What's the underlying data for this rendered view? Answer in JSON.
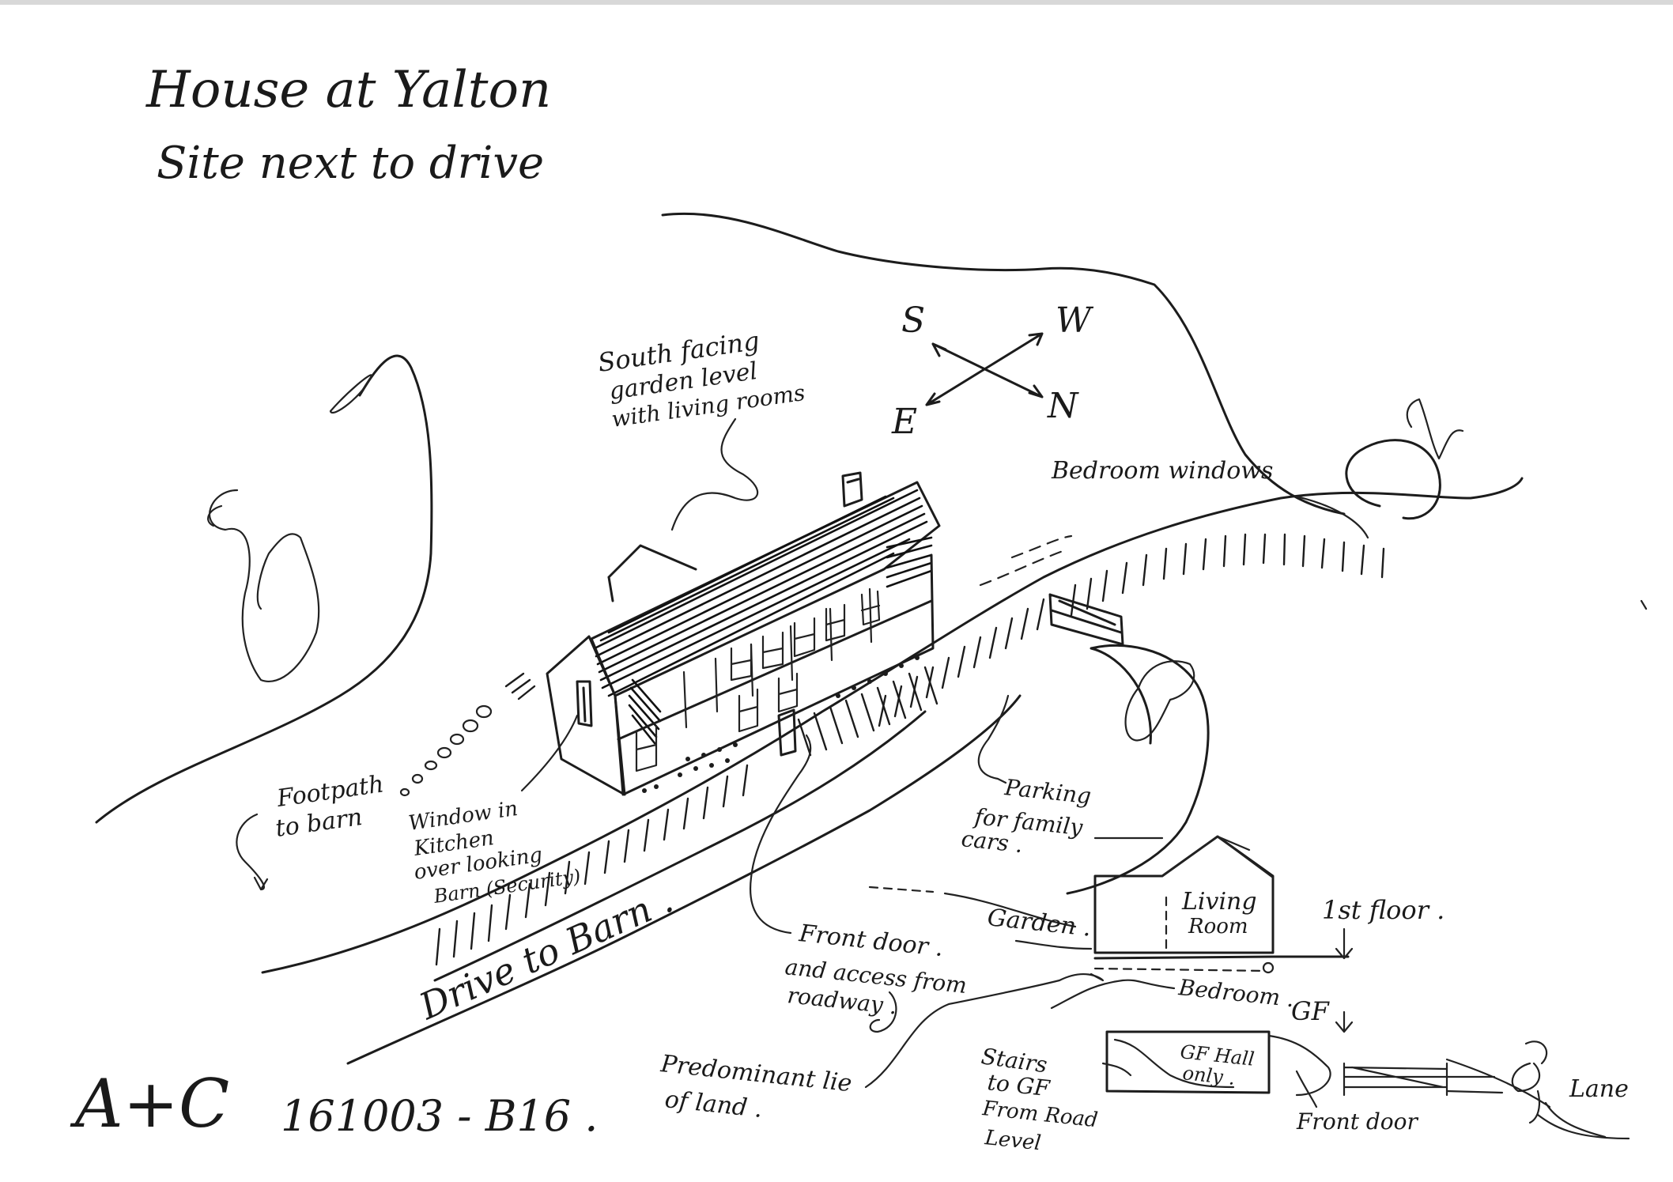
{
  "title": {
    "line1": "House at Yalton",
    "line2": "Site next to drive"
  },
  "compass": {
    "south": "S",
    "west": "W",
    "east": "E",
    "north": "N"
  },
  "notes": {
    "south_facing": [
      "South facing",
      "garden level",
      "with living rooms"
    ],
    "bedroom_windows": "Bedroom windows",
    "footpath": [
      "Footpath",
      "to barn"
    ],
    "kitchen_window": [
      "Window in",
      "Kitchen",
      "over looking",
      "Barn (Security)"
    ],
    "parking": [
      "Parking",
      "for family",
      "cars ."
    ],
    "drive": "Drive to Barn .",
    "front_door_access": [
      "Front door .",
      "and access from",
      "roadway ."
    ],
    "predominant": [
      "Predominant lie",
      "of land ."
    ]
  },
  "section": {
    "garden": "Garden .",
    "living_room": [
      "Living",
      "Room"
    ],
    "first_floor": "1st floor .",
    "bedroom": "Bedroom .",
    "gf": "GF",
    "gf_hall": [
      "GF Hall",
      "only ."
    ],
    "stairs": [
      "Stairs",
      "to GF",
      "From Road",
      "Level"
    ],
    "front_door": "Front door",
    "lane": "Lane"
  },
  "footer": {
    "firm": "A+C",
    "reference": "161003 - B16 ."
  }
}
